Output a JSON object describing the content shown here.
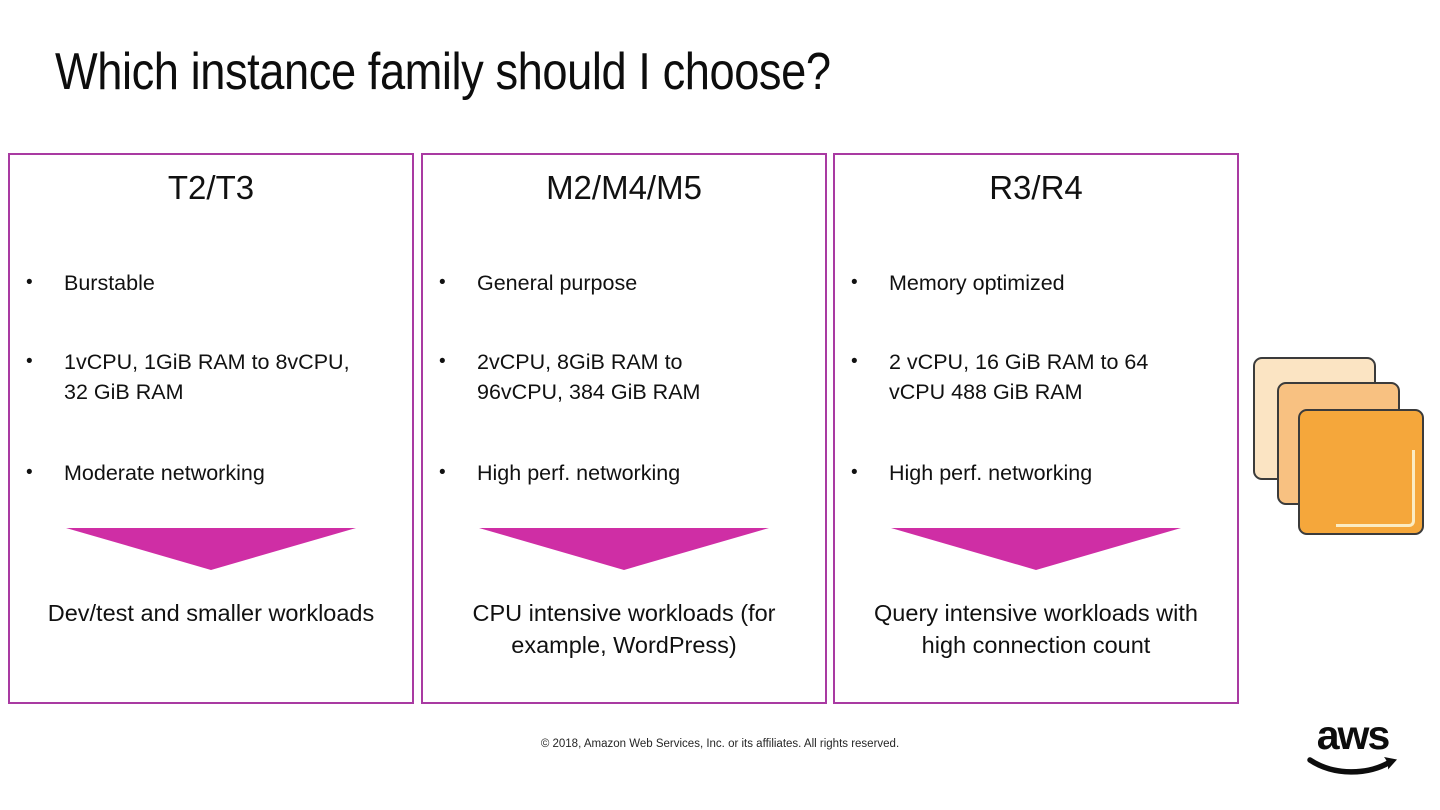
{
  "slide": {
    "title": "Which instance family should I choose?",
    "footer": "© 2018, Amazon Web Services, Inc. or its affiliates. All rights reserved.",
    "logo_text": "aws"
  },
  "glyphs": {
    "bullet": "•"
  },
  "colors": {
    "box-border": "#A93AA2",
    "arrow": "#CF2EA5",
    "icon-back": "#FBE4C3",
    "icon-mid": "#F8C181",
    "icon-front": "#F5A73B",
    "icon-stroke": "#3B3B3B",
    "icon-highlight": "#FBECC3",
    "text": "#1A1A1A"
  },
  "boxes": [
    {
      "title": "T2/T3",
      "bullets": [
        "Burstable",
        "1vCPU, 1GiB RAM to 8vCPU,\n32 GiB RAM",
        "Moderate networking"
      ],
      "conclusion": "Dev/test and smaller workloads"
    },
    {
      "title": "M2/M4/M5",
      "bullets": [
        "General purpose",
        "2vCPU, 8GiB RAM to\n96vCPU, 384 GiB RAM",
        "High perf. networking"
      ],
      "conclusion": "CPU intensive workloads (for\nexample, WordPress)"
    },
    {
      "title": "R3/R4",
      "bullets": [
        "Memory optimized",
        "2 vCPU, 16 GiB RAM to 64\nvCPU 488 GiB RAM",
        "High perf. networking"
      ],
      "conclusion": "Query intensive workloads with\nhigh connection count"
    }
  ]
}
